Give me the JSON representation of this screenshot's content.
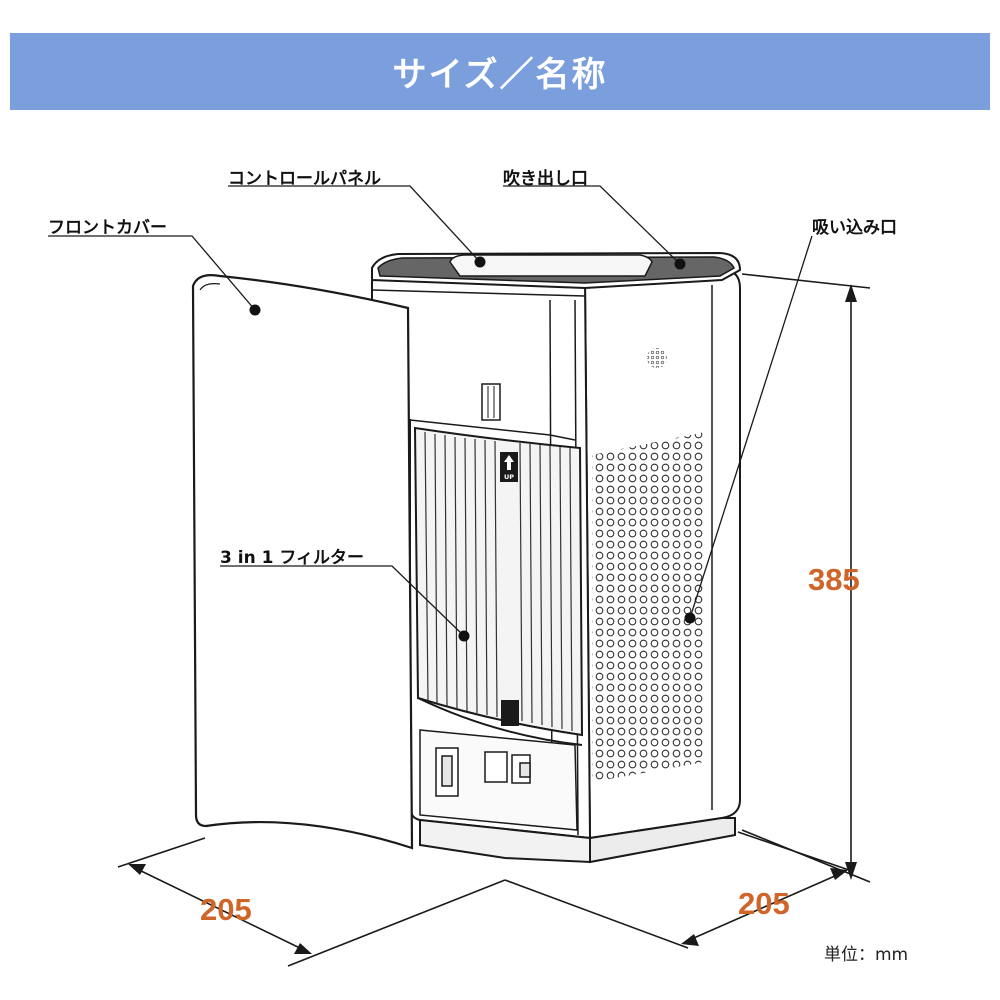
{
  "header": {
    "title": "サイズ／名称"
  },
  "labels": {
    "control_panel": "コントロールパネル",
    "outlet": "吹き出し口",
    "front_cover": "フロントカバー",
    "inlet": "吸い込み口",
    "filter": "3 in 1 フィルター",
    "filter_up_tag": "UP"
  },
  "dimensions": {
    "height": "385",
    "width": "205",
    "depth": "205",
    "unit": "単位：mm"
  },
  "colors": {
    "banner": "#7b9fdd",
    "dimension_text": "#d0652a",
    "line": "#1a1a1a"
  }
}
